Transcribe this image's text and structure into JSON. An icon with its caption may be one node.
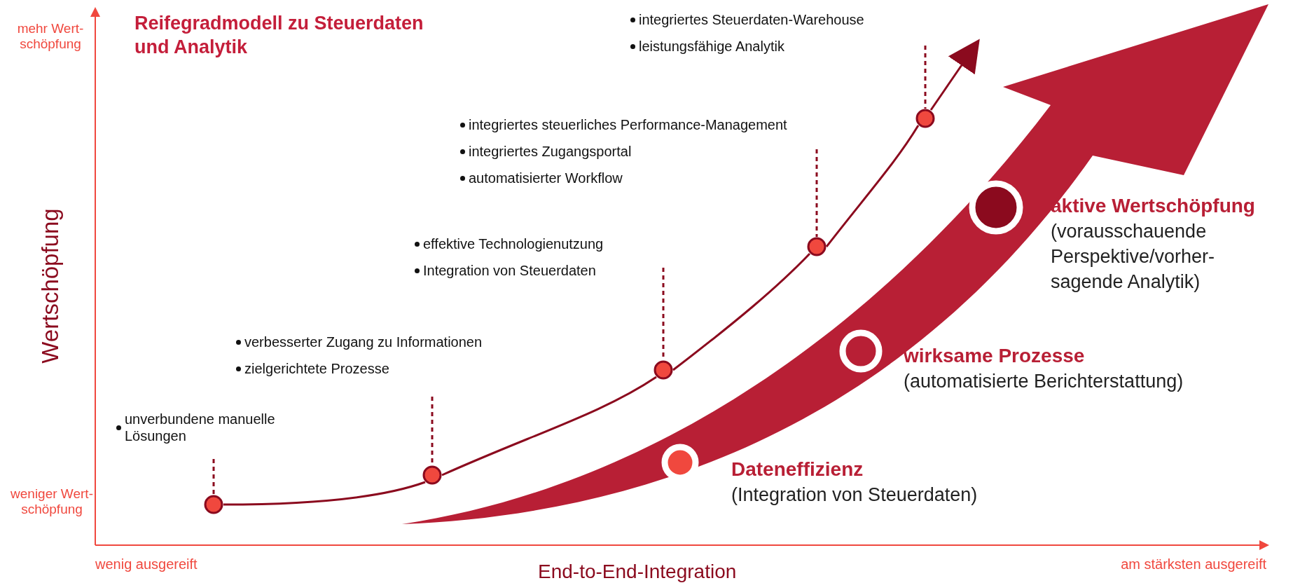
{
  "diagram": {
    "title": "Reifegradmodell zu Steuerdaten und Analytik",
    "nodes": [
      {
        "text": [
          "unverbundene manuelle Lösungen"
        ]
      },
      {
        "text": [],
        "shape": "circle"
      },
      {
        "text": [
          "verbesserter Zugang zu Informationen",
          "zielgerichtete Prozesse"
        ]
      },
      {
        "text": [],
        "shape": "circle"
      },
      {
        "text": [
          "effektive Technologienutzung",
          "Integration von Steuerdaten"
        ]
      },
      {
        "text": [],
        "shape": "circle"
      },
      {
        "text": [
          "integriertes steuerliches Performance-Management",
          "integriertes Zugangsportal",
          "automatisierter Workflow"
        ]
      },
      {
        "text": [],
        "shape": "circle"
      },
      {
        "text": [
          "integriertes Steuerdaten-Warehouse",
          "leistungsfähige Analytik"
        ]
      },
      {
        "text": [],
        "shape": "circle"
      },
      {
        "text": [],
        "shape": "circle",
        "beside": [
          "Dateneffizienz",
          "(Integration von Steuerdaten)"
        ]
      },
      {
        "text": [],
        "shape": "circle",
        "beside": [
          "wirksame Prozesse",
          "(automatisierte Berichterstattung)"
        ]
      },
      {
        "text": [],
        "shape": "circle",
        "beside": [
          "aktive Wertschöpfung",
          "(vorausschauende Perspektive/vorher-sagende Analytik)"
        ]
      }
    ],
    "edges": [
      {
        "from": 0,
        "to": 1,
        "arrow": "none",
        "style": "dashed"
      },
      {
        "from": 2,
        "to": 3,
        "arrow": "none",
        "style": "dashed"
      },
      {
        "from": 4,
        "to": 5,
        "arrow": "none",
        "style": "dashed"
      },
      {
        "from": 6,
        "to": 7,
        "arrow": "none",
        "style": "dashed"
      },
      {
        "from": 8,
        "to": 9,
        "arrow": "none",
        "style": "dashed"
      },
      {
        "from": 1,
        "to": 3,
        "arrow": "none"
      },
      {
        "from": 3,
        "to": 5,
        "arrow": "none"
      },
      {
        "from": 5,
        "to": 7,
        "arrow": "none"
      },
      {
        "from": 7,
        "to": 9,
        "arrow": "none"
      },
      {
        "from": 9,
        "to": null,
        "arrow": "to"
      }
    ],
    "labels": [
      "mehr Wert-schöpfung",
      "Wertschöpfung",
      "weniger Wert-schöpfung",
      "wenig ausgereift",
      "End-to-End-Integration",
      "am stärksten ausgereift"
    ]
  }
}
